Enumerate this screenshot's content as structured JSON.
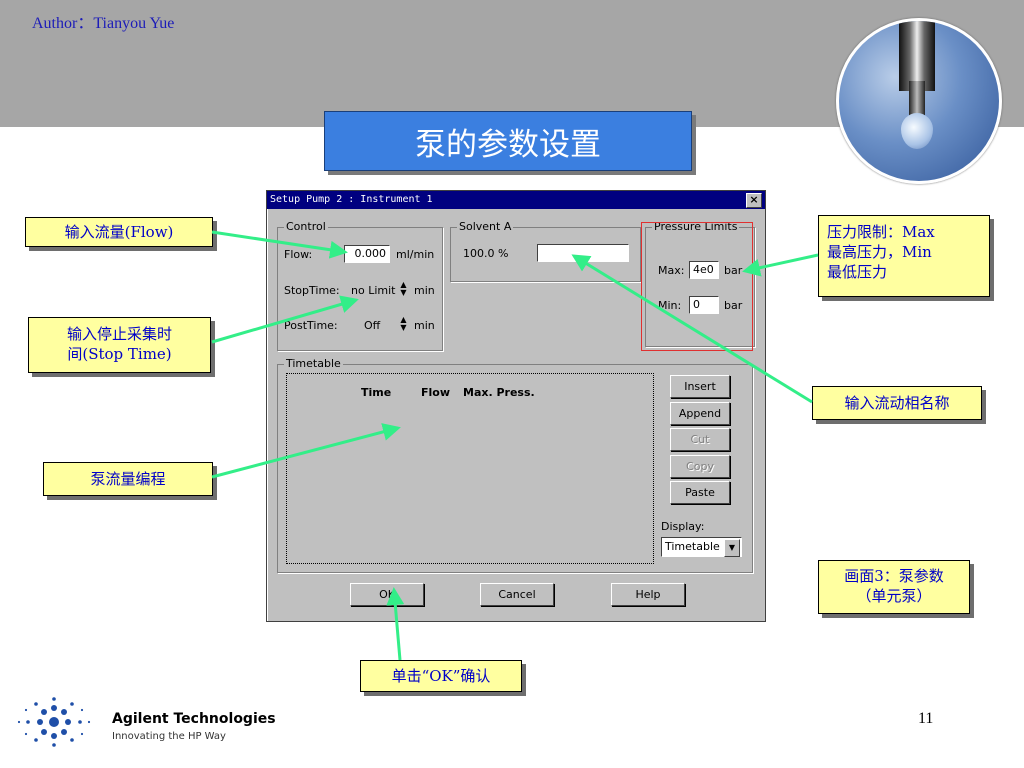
{
  "slide": {
    "author": "Author：Tianyou Yue",
    "title": "泵的参数设置",
    "page_number": "11"
  },
  "brand": {
    "name": "Agilent Technologies",
    "tagline": "Innovating the HP Way",
    "logo_icon": "agilent-spark-icon"
  },
  "dialog": {
    "title": "Setup Pump 2 : Instrument 1",
    "close_label": "×",
    "control": {
      "label": "Control",
      "flow_label": "Flow:",
      "flow_value": "0.000",
      "flow_unit": "ml/min",
      "stoptime_label": "StopTime:",
      "stoptime_value": "no Limit",
      "stoptime_unit": "min",
      "posttime_label": "PostTime:",
      "posttime_value": "Off",
      "posttime_unit": "min"
    },
    "solvent": {
      "label": "Solvent A",
      "percent": "100.0 %",
      "name_value": ""
    },
    "pressure": {
      "label": "Pressure Limits",
      "max_label": "Max:",
      "max_value": "4e0",
      "max_unit": "bar",
      "min_label": "Min:",
      "min_value": "0",
      "min_unit": "bar"
    },
    "timetable": {
      "label": "Timetable",
      "columns": [
        "Time",
        "Flow",
        "Max. Press."
      ]
    },
    "side_buttons": {
      "insert": "Insert",
      "append": "Append",
      "cut": "Cut",
      "copy": "Copy",
      "paste": "Paste"
    },
    "display": {
      "label": "Display:",
      "selected": "Timetable"
    },
    "bottom_buttons": {
      "ok": "OK",
      "cancel": "Cancel",
      "help": "Help"
    }
  },
  "callouts": {
    "flow": "输入流量(Flow)",
    "stop_time_line1": "输入停止采集时",
    "stop_time_line2": "间(Stop Time)",
    "program": "泵流量编程",
    "pressure_line1": "压力限制：Max",
    "pressure_line2": "最高压力，Min",
    "pressure_line3": "最低压力",
    "solvent_name": "输入流动相名称",
    "screen_line1": "画面3：泵参数",
    "screen_line2": "（单元泵）",
    "ok_confirm": "单击“OK”确认"
  },
  "colors": {
    "header_band": "#a6a6a6",
    "title_blue": "#3b7fe0",
    "callout_fill": "#ffffa0",
    "callout_text": "#0000c8",
    "arrow_green": "#33ee88",
    "dialog_gray": "#c0c0c0",
    "titlebar_navy": "#000080",
    "pressure_box_red": "#e03030"
  }
}
